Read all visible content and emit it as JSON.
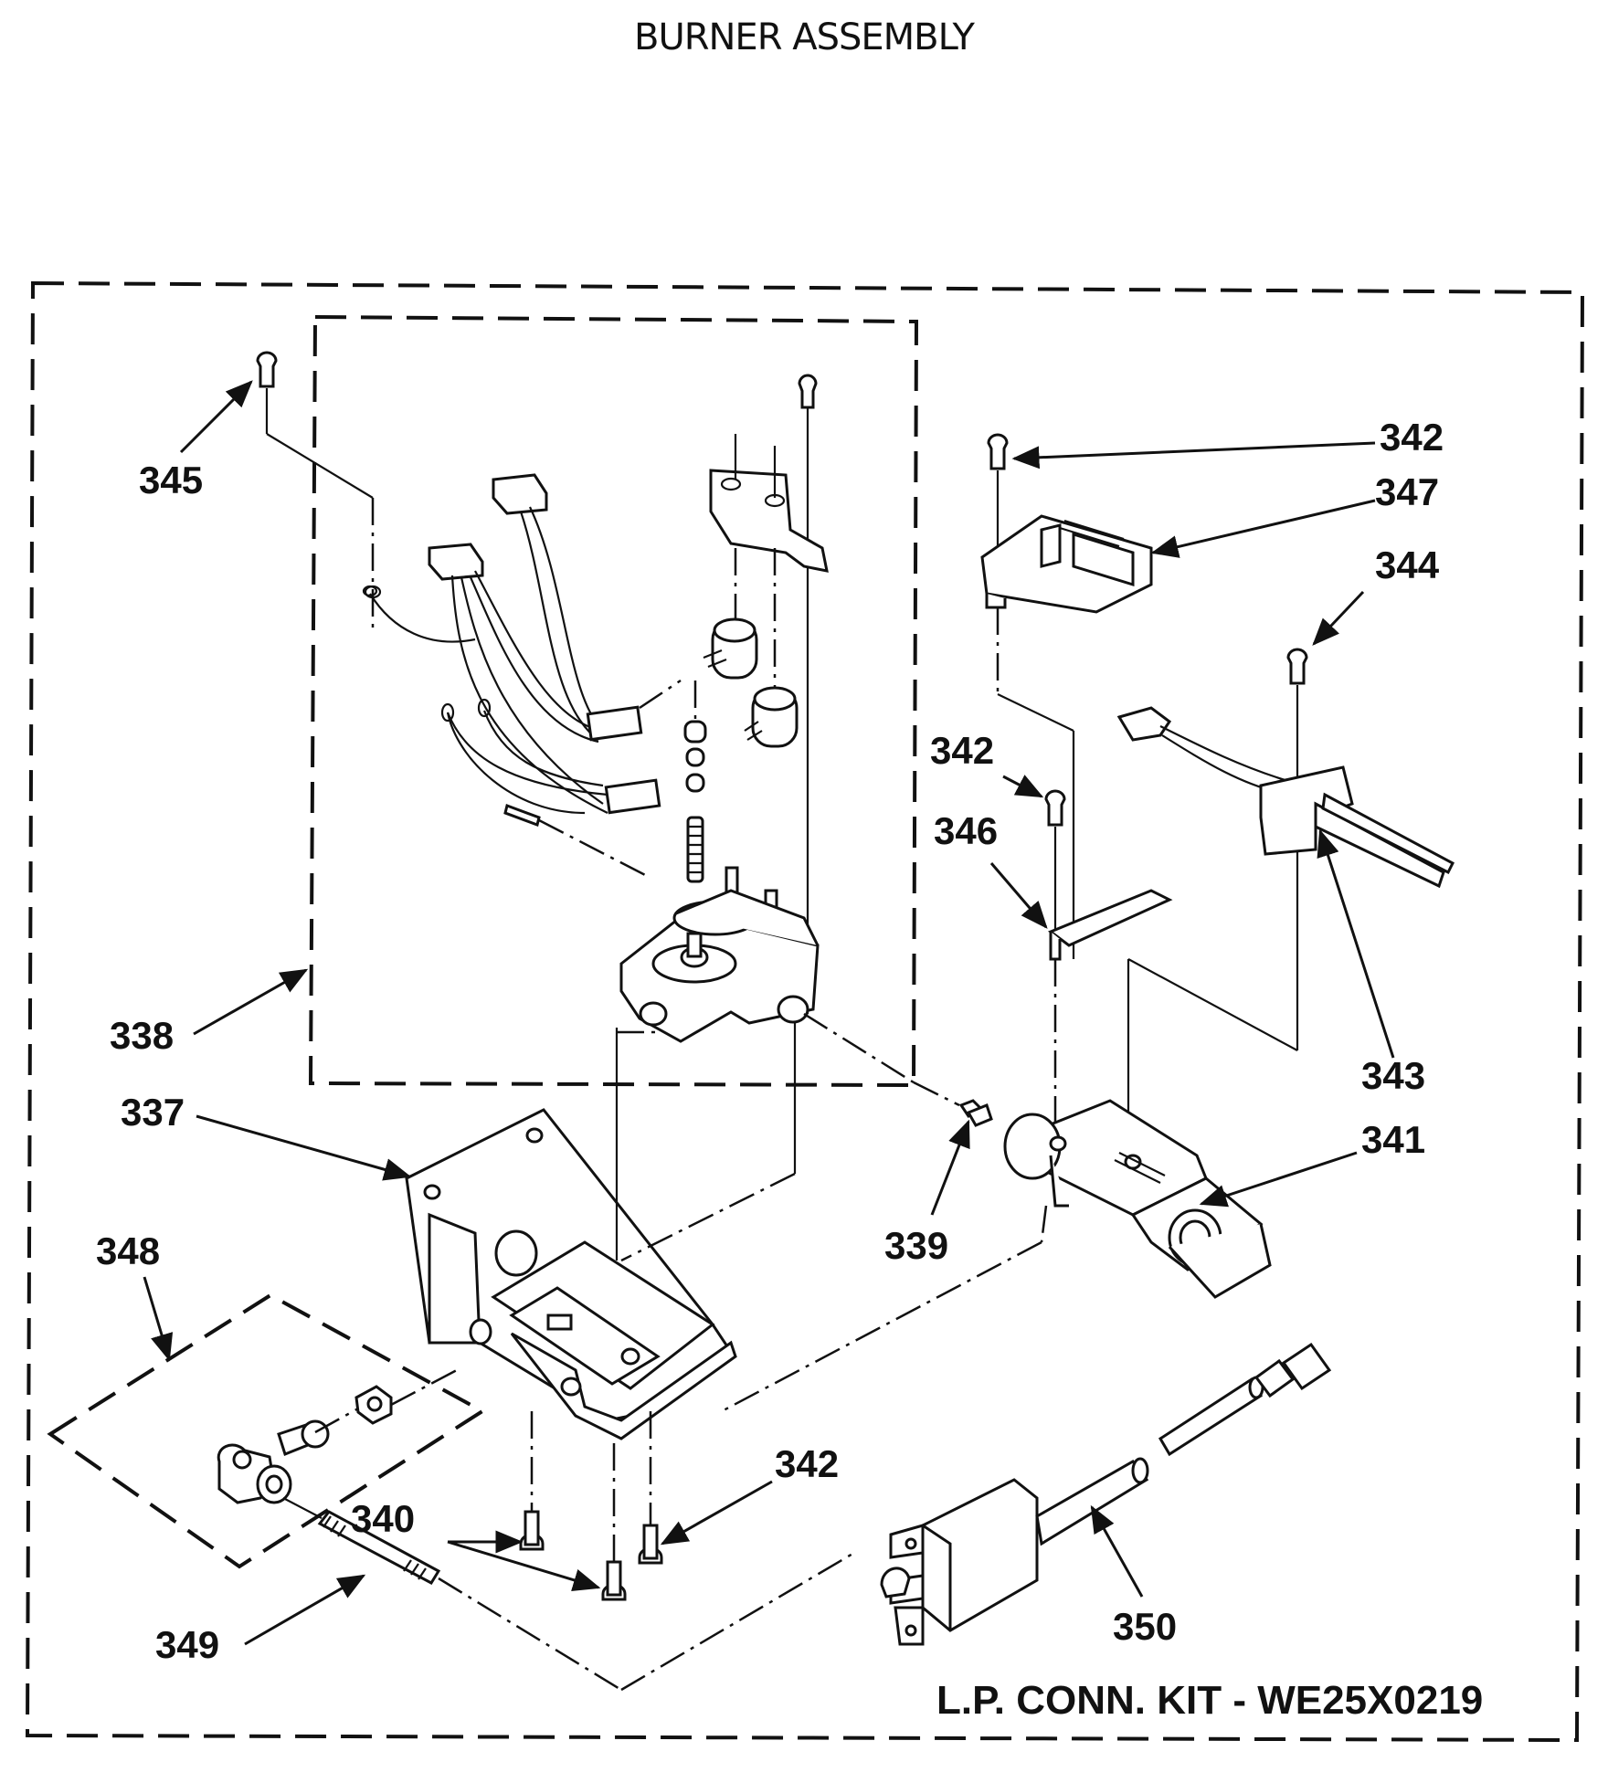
{
  "title": "BURNER ASSEMBLY",
  "kit_label": "L.P. CONN. KIT - WE25X0219",
  "callouts": {
    "c345": "345",
    "c338": "338",
    "c337": "337",
    "c348": "348",
    "c349": "349",
    "c340": "340",
    "c342_top": "342",
    "c347": "347",
    "c344": "344",
    "c342_mid": "342",
    "c346": "346",
    "c343": "343",
    "c341": "341",
    "c339": "339",
    "c342_bottom": "342",
    "c350": "350"
  }
}
